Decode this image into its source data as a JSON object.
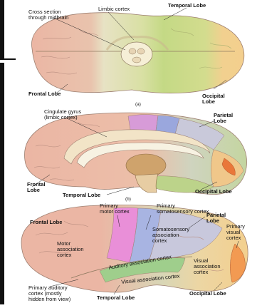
{
  "panel_a": {
    "labels": {
      "cross_section": "Cross section\nthrough midbrain",
      "limbic": "Limbic cortex",
      "temporal": "Temporal Lobe",
      "frontal": "Frontal Lobe",
      "occipital": "Occipital\nLobe"
    },
    "caption": "(a)"
  },
  "panel_b": {
    "labels": {
      "cingulate": "Cingulate gyrus\n(limbic cortex)",
      "parietal": "Parietal\nLobe",
      "frontal": "Frontal\nLobe",
      "temporal": "Temporal Lobe",
      "occipital": "Occipital Lobe"
    },
    "caption": "(b)"
  },
  "panel_c": {
    "labels": {
      "frontal": "Frontal Lobe",
      "primary_motor": "Primary\nmotor cortex",
      "primary_somato": "Primary\nsomatosensory cortex",
      "parietal": "Parietal\nLobe",
      "primary_visual": "Primary\nvisual\ncortex",
      "motor_assoc": "Motor\nassociation\ncortex",
      "somato_assoc": "Somatosensory\nassociation\ncortex",
      "auditory_assoc": "Auditory association cortex",
      "visual_assoc_curve": "Visual association cortex",
      "visual_assoc": "Visual\nassociation\ncortex",
      "primary_auditory": "Primary auditory\ncortex (mostly\nhidden from view)",
      "temporal": "Temporal Lobe",
      "occipital": "Occipital Lobe"
    }
  },
  "colors": {
    "frontal": "#ebb6a4",
    "limbic": "#e9dfc0",
    "temporal_green": "#c6d98a",
    "occipital": "#f3cf8e",
    "motor": "#e98fd8",
    "somato": "#a8b4e2",
    "parietal": "#c8c8dc",
    "visual_primary": "#f29a52",
    "auditory": "#9fce8c",
    "midbrain": "#f6efd6"
  }
}
